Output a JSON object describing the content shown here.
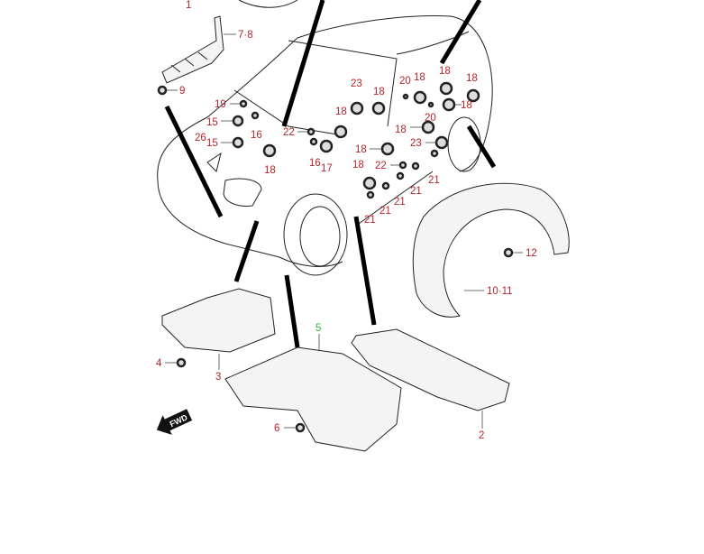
{
  "diagram": {
    "title_callout_color": "#b5252c",
    "highlight_color": "#2db82d",
    "callouts": [
      "1",
      "7·8",
      "9",
      "19",
      "15",
      "15",
      "16",
      "26",
      "18",
      "22",
      "16",
      "17",
      "18",
      "23",
      "18",
      "20",
      "18",
      "18",
      "18",
      "18",
      "20",
      "18",
      "23",
      "18",
      "18",
      "22",
      "21",
      "21",
      "21",
      "21",
      "21",
      "12",
      "10·11",
      "5",
      "4",
      "3",
      "6",
      "2"
    ],
    "fwd_label": "FWD"
  }
}
